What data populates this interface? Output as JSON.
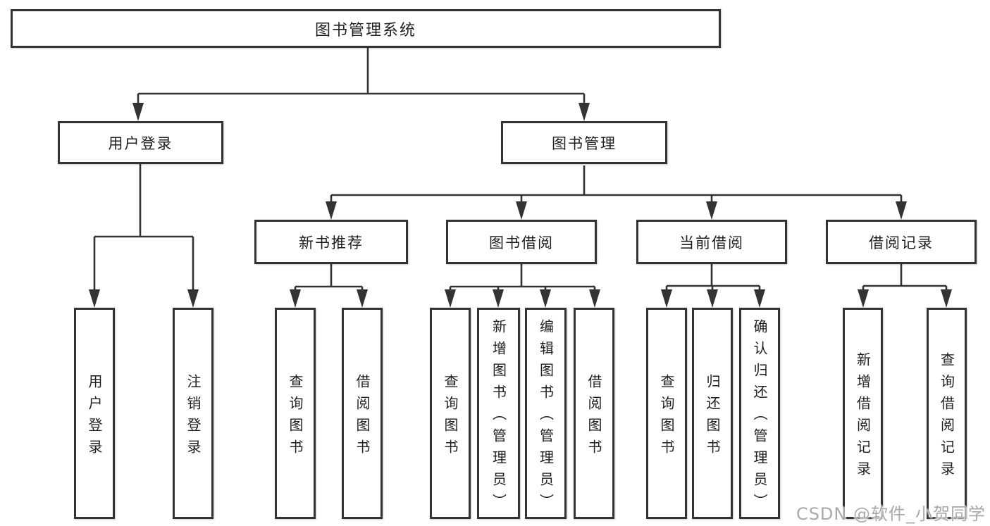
{
  "watermark": "CSDN @软件_小贺同学",
  "colors": {
    "line": "#333333",
    "box_border": "#333333",
    "box_fill": "#ffffff",
    "text": "#1f1f1f",
    "watermark": "#a9a9a9"
  },
  "nodes": {
    "root": {
      "label": "图书管理系统"
    },
    "level2": [
      {
        "label": "用户登录"
      },
      {
        "label": "图书管理"
      }
    ],
    "level3": [
      {
        "label": "新书推荐"
      },
      {
        "label": "图书借阅"
      },
      {
        "label": "当前借阅"
      },
      {
        "label": "借阅记录"
      }
    ],
    "leaves": [
      {
        "label": "用户登录"
      },
      {
        "label": "注销登录"
      },
      {
        "label": "查询图书"
      },
      {
        "label": "借阅图书"
      },
      {
        "label": "查询图书"
      },
      {
        "label": "新增图书（管理员）"
      },
      {
        "label": "编辑图书（管理员）"
      },
      {
        "label": "借阅图书"
      },
      {
        "label": "查询图书"
      },
      {
        "label": "归还图书"
      },
      {
        "label": "确认归还（管理员）"
      },
      {
        "label": "新增借阅记录"
      },
      {
        "label": "查询借阅记录"
      }
    ]
  }
}
